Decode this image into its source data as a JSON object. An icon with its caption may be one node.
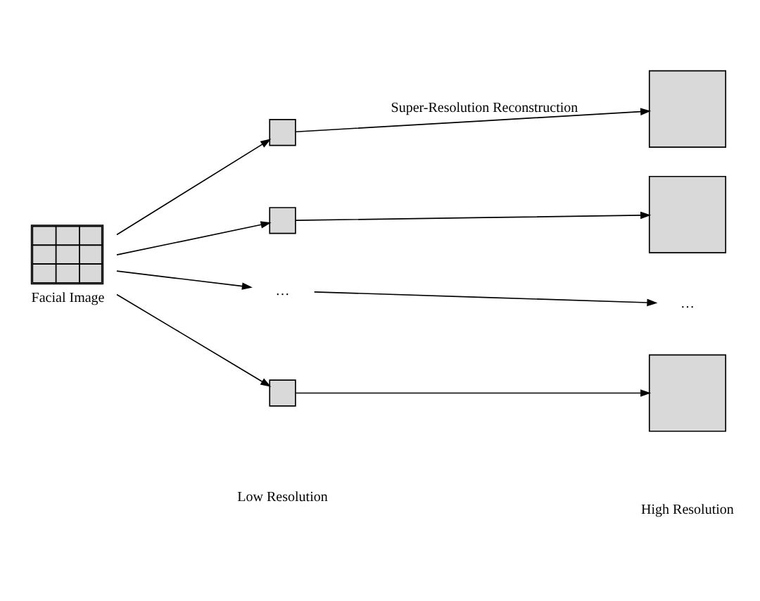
{
  "diagram": {
    "nodes": [
      {
        "text": [
          "Facial Image"
        ]
      },
      {
        "text": [],
        "shape": "box"
      },
      {
        "text": [],
        "shape": "box"
      },
      {
        "text": [
          "…"
        ]
      },
      {
        "text": [],
        "shape": "box"
      },
      {
        "text": [],
        "shape": "box"
      },
      {
        "text": [],
        "shape": "box"
      },
      {
        "text": [
          "…"
        ]
      },
      {
        "text": [],
        "shape": "box"
      }
    ],
    "edges": [
      {
        "from": 0,
        "to": 1,
        "arrow": "to"
      },
      {
        "from": 0,
        "to": 2,
        "arrow": "to"
      },
      {
        "from": 0,
        "to": 3,
        "arrow": "to"
      },
      {
        "from": 0,
        "to": 4,
        "arrow": "to"
      },
      {
        "from": 1,
        "to": 5,
        "arrow": "to",
        "label": "Super-Resolution Reconstruction"
      },
      {
        "from": 2,
        "to": 6,
        "arrow": "to"
      },
      {
        "from": 3,
        "to": 7,
        "arrow": "to"
      },
      {
        "from": 4,
        "to": 8,
        "arrow": "to"
      }
    ],
    "labels": [
      "Low Resolution",
      "High Resolution"
    ]
  }
}
